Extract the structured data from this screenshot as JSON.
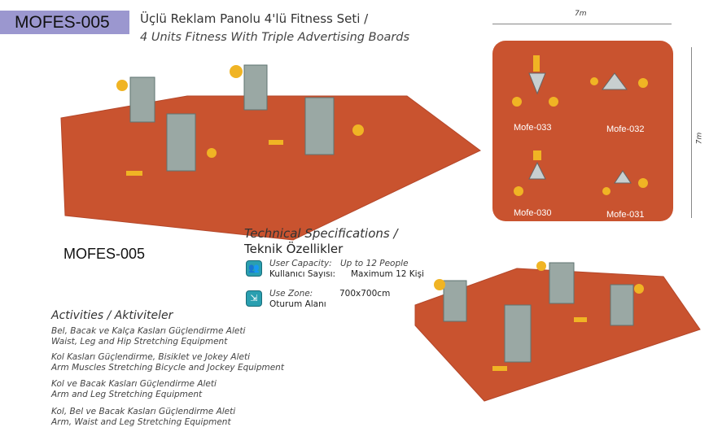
{
  "header": {
    "code": "MOFES-005",
    "title_tr": "Üçlü Reklam Panolu 4'lü Fitness Seti /",
    "title_en": "4 Units Fitness With Triple Advertising Boards"
  },
  "product_code_secondary": "MOFES-005",
  "specs": {
    "heading_en": "Technical Specifications /",
    "heading_tr": "Teknik Özellikler",
    "capacity_label_en": "User Capacity:",
    "capacity_value_en": "Up to 12 People",
    "capacity_label_tr": "Kullanıcı Sayısı:",
    "capacity_value_tr": "Maximum 12 Kişi",
    "zone_label_en": "Use Zone:",
    "zone_value": "700x700cm",
    "zone_label_tr": "Oturum Alanı"
  },
  "activities": {
    "heading": "Activities / Aktiviteler",
    "items": [
      {
        "tr": "Bel, Bacak ve Kalça Kasları Güçlendirme Aleti",
        "en": "Waist, Leg and Hip Stretching Equipment"
      },
      {
        "tr": "Kol Kasları Güçlendirme, Bisiklet ve Jokey Aleti",
        "en": "Arm Muscles Stretching Bicycle and Jockey Equipment"
      },
      {
        "tr": "Kol ve Bacak Kasları Güçlendirme Aleti",
        "en": "Arm and Leg Stretching Equipment"
      },
      {
        "tr": "Kol, Bel ve Bacak Kasları Güçlendirme Aleti",
        "en": "Arm, Waist and Leg Stretching Equipment"
      }
    ]
  },
  "plan": {
    "width_label": "7m",
    "height_label": "7m",
    "units": [
      "Mofe-033",
      "Mofe-032",
      "Mofe-030",
      "Mofe-031"
    ]
  },
  "colors": {
    "badge": "#9b97cf",
    "floor": "#c9532f",
    "accent": "#2a9fb0"
  }
}
